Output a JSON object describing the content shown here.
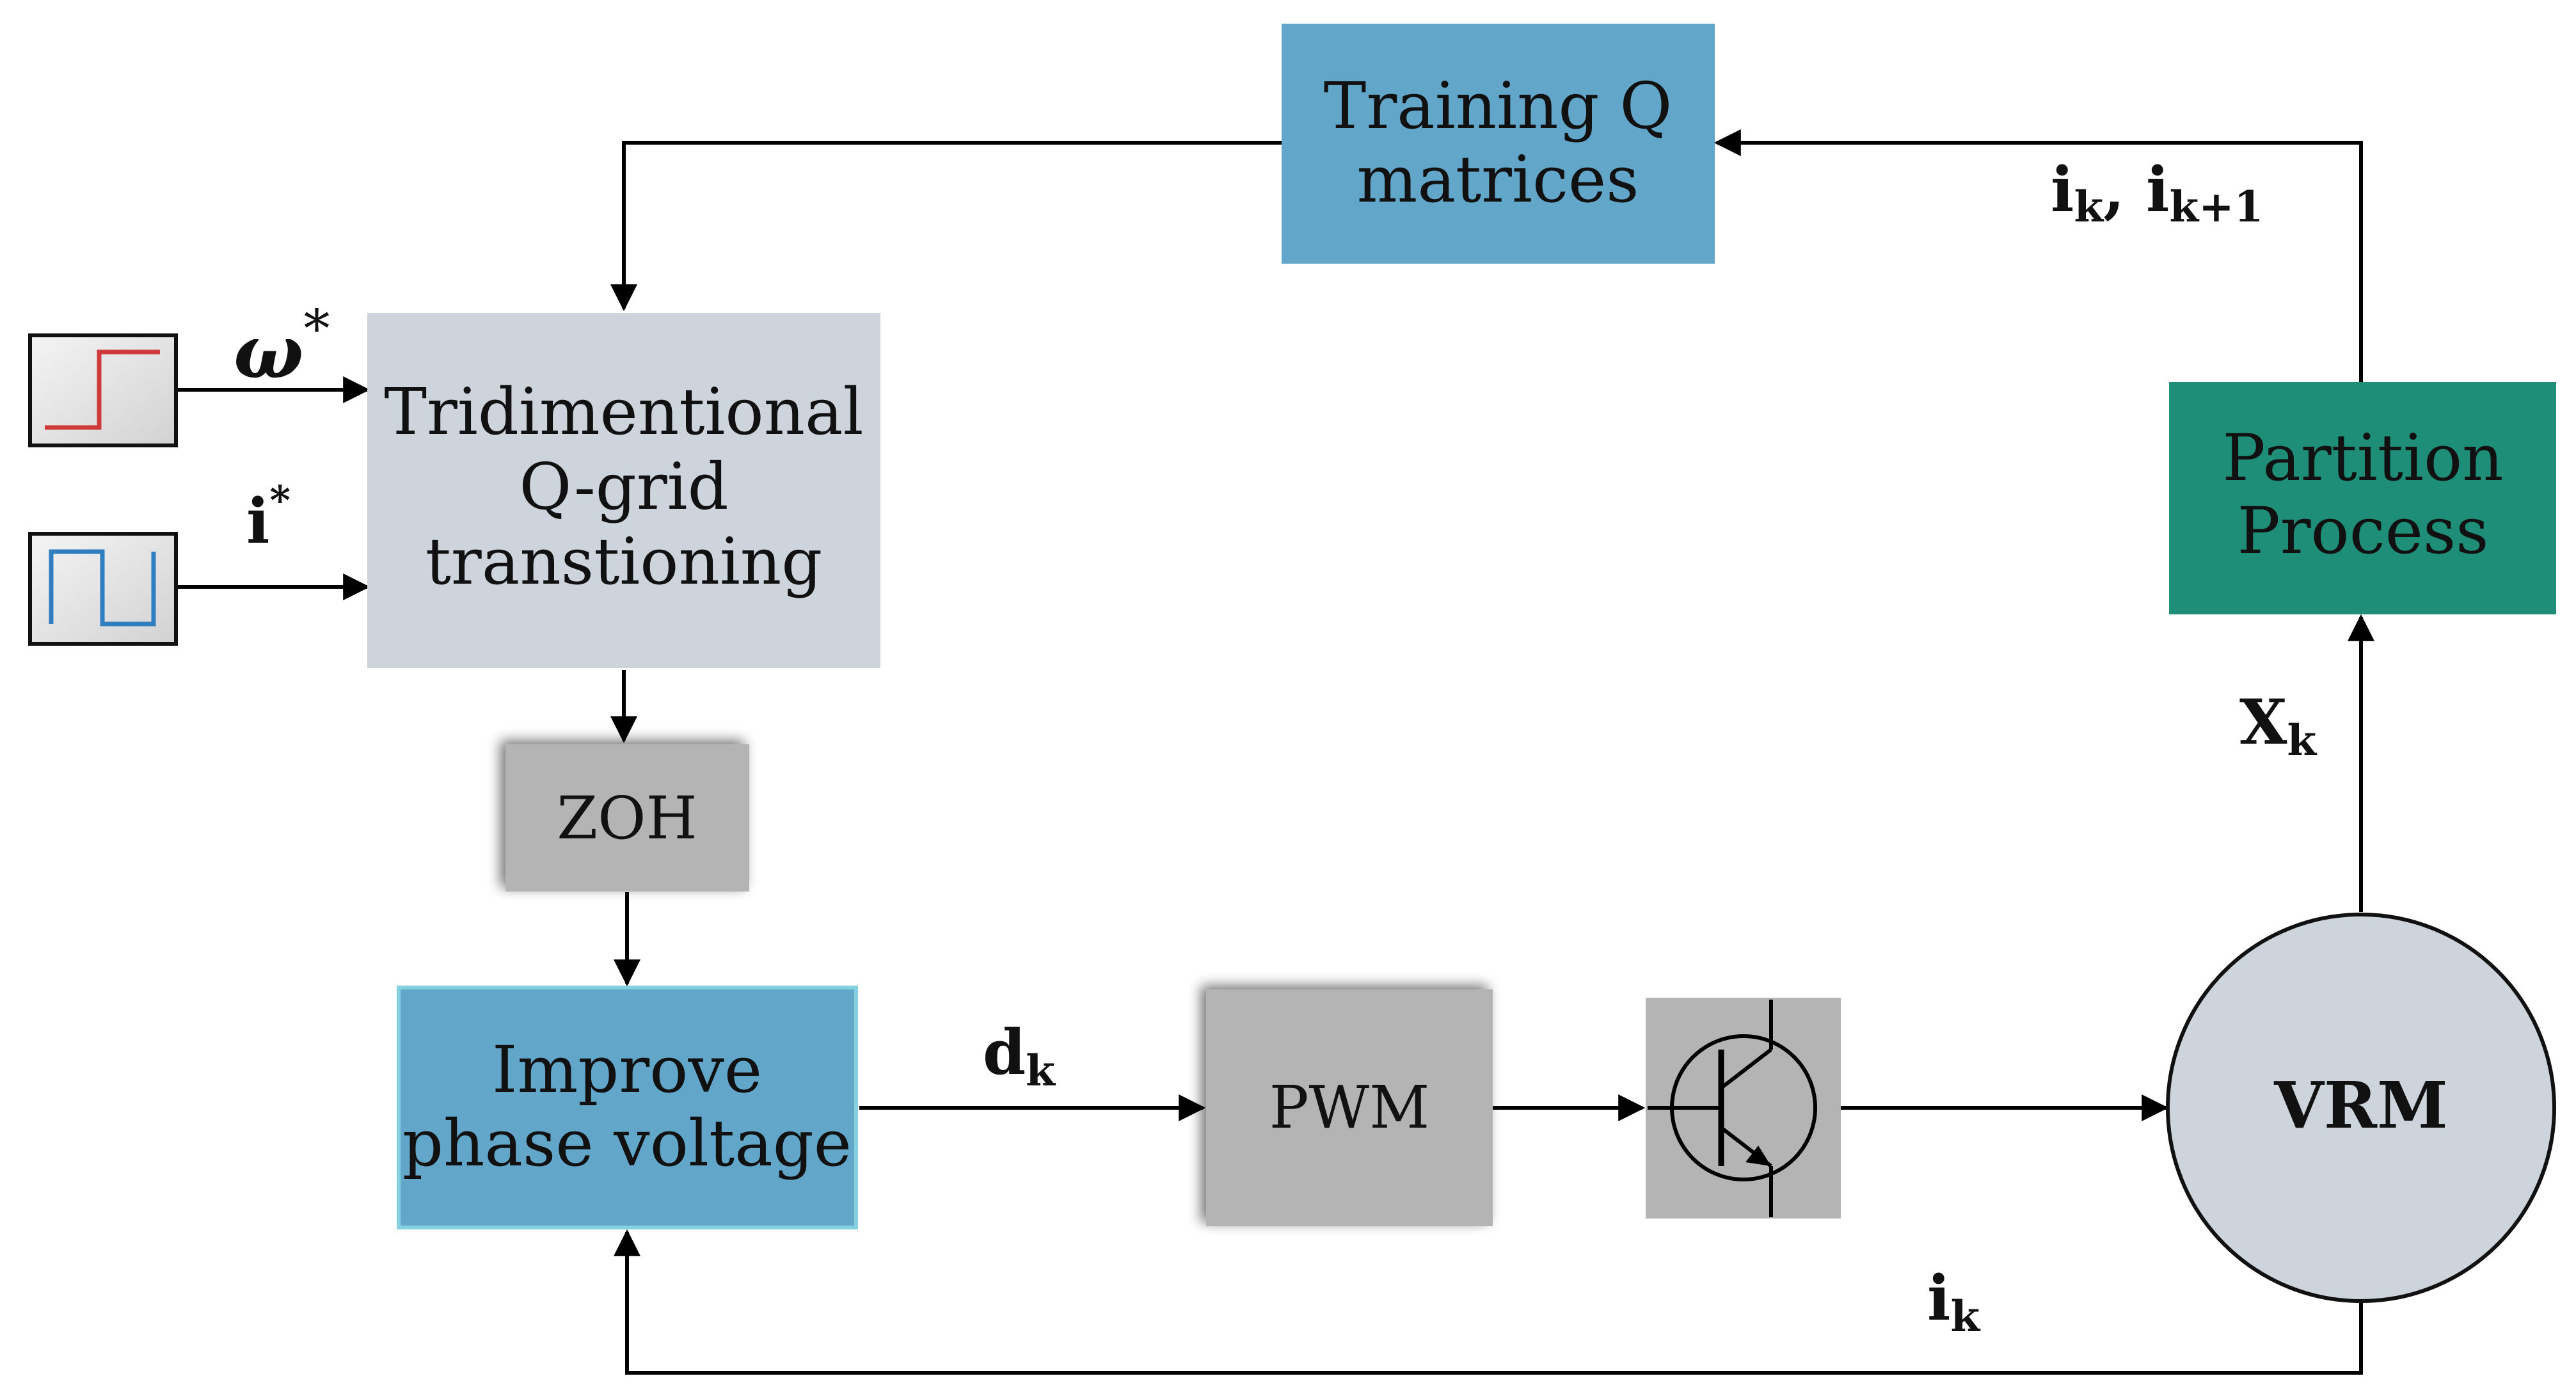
{
  "blocks": {
    "training": {
      "line1": "Training Q",
      "line2": "matrices"
    },
    "tridimentional": {
      "line1": "Tridimentional",
      "line2": "Q-grid",
      "line3": "transtioning"
    },
    "zoh": {
      "label": "ZOH"
    },
    "improve": {
      "line1": "Improve",
      "line2": "phase voltage"
    },
    "pwm": {
      "label": "PWM"
    },
    "partition": {
      "line1": "Partition",
      "line2": "Process"
    },
    "vrm": {
      "label": "VRM"
    }
  },
  "signals": {
    "omega_ref": {
      "base": "ω",
      "sup": "*"
    },
    "i_ref": {
      "base": "i",
      "sup": "*"
    },
    "ik_ik1": {
      "a": "i",
      "a_sub": "k",
      "sep": ", ",
      "b": "i",
      "b_sub": "k+1"
    },
    "xk": {
      "base": "X",
      "sub": "k"
    },
    "dk": {
      "base": "d",
      "sub": "k"
    },
    "ik_feedback": {
      "base": "i",
      "sub": "k"
    }
  },
  "colors": {
    "blue_block": "#62a6ca",
    "green_block": "#1f8e78",
    "light_gray_block": "#ced4dc",
    "gray_block": "#b4b4b4",
    "step_red": "#d03a3a",
    "pulse_blue": "#2f7fc0"
  }
}
